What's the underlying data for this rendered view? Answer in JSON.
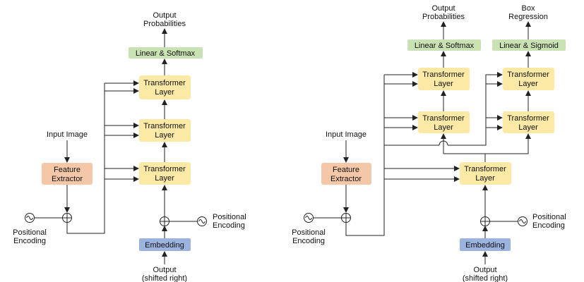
{
  "colors": {
    "transformer": "#fce9a6",
    "feature": "#f4c7a9",
    "linear": "#c9e2b3",
    "embedding": "#9db3df"
  },
  "left": {
    "output_probs": [
      "Output",
      "Probabilities"
    ],
    "linear_softmax": "Linear & Softmax",
    "transformer_layer": [
      "Transformer",
      "Layer"
    ],
    "input_image": "Input Image",
    "feature_extractor": [
      "Feature",
      "Extractor"
    ],
    "pos_enc_left": [
      "Positional",
      "Encoding"
    ],
    "pos_enc_right": [
      "Positional",
      "Encoding"
    ],
    "embedding": "Embedding",
    "output_shifted": [
      "Output",
      "(shifted right)"
    ]
  },
  "right": {
    "output_probs": [
      "Output",
      "Probabilities"
    ],
    "box_regression": [
      "Box",
      "Regression"
    ],
    "linear_softmax": "Linear & Softmax",
    "linear_sigmoid": "Linear & Sigmoid",
    "transformer_layer": [
      "Transformer",
      "Layer"
    ],
    "input_image": "Input Image",
    "feature_extractor": [
      "Feature",
      "Extractor"
    ],
    "pos_enc_left": [
      "Positional",
      "Encoding"
    ],
    "pos_enc_right": [
      "Positional",
      "Encoding"
    ],
    "embedding": "Embedding",
    "output_shifted": [
      "Output",
      "(shifted right)"
    ]
  }
}
